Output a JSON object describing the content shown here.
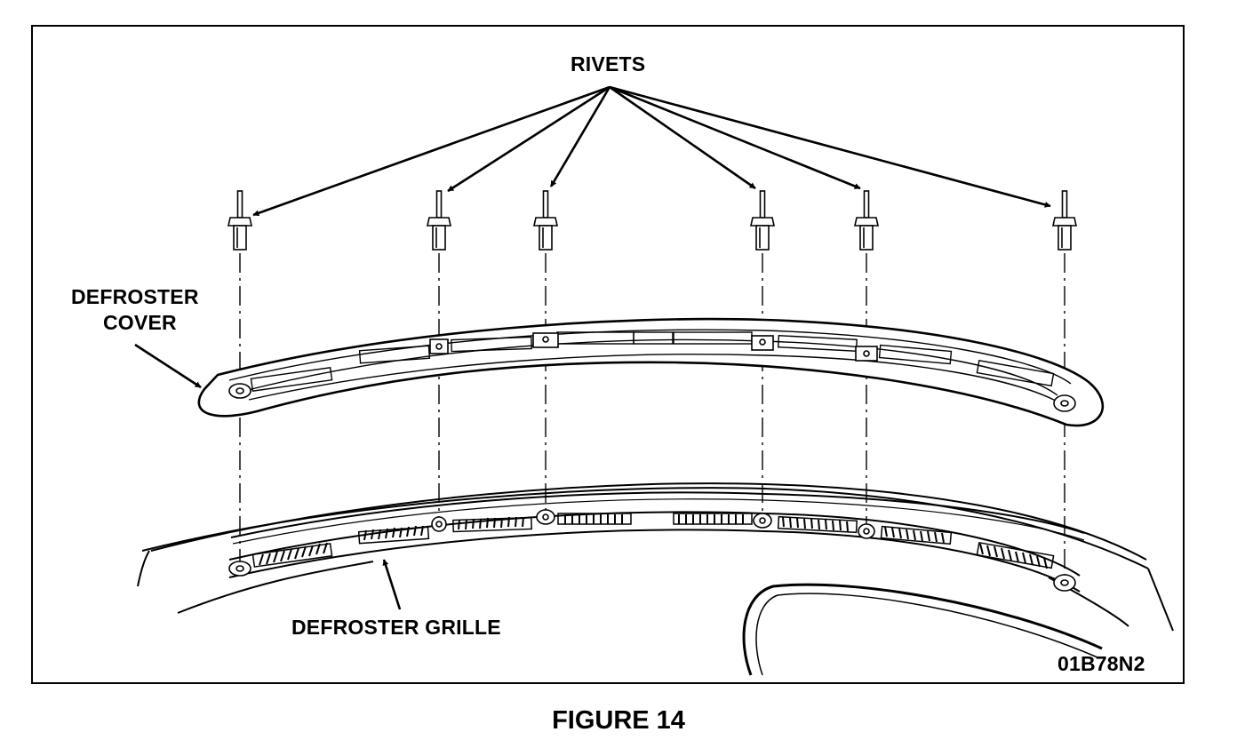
{
  "labels": {
    "rivets": "RIVETS",
    "cover_line1": "DEFROSTER",
    "cover_line2": "COVER",
    "grille": "DEFROSTER GRILLE",
    "figure_code": "01B78N2"
  },
  "caption": "FIGURE 14",
  "colors": {
    "ink": "#000000",
    "paper": "#ffffff"
  },
  "rivet_count": 6
}
